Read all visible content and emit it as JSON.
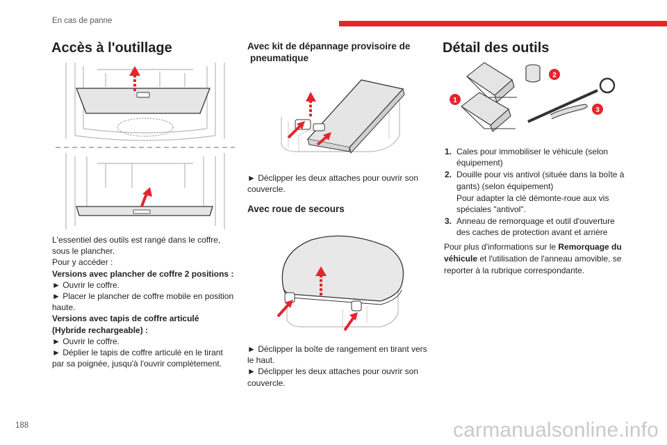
{
  "header": {
    "section": "En cas de panne",
    "accent_color": "#e5242c"
  },
  "page_number": "188",
  "watermark": "carmanualsonline.info",
  "col1": {
    "title": "Accès à l'outillage",
    "p1": "L'essentiel des outils est rangé dans le coffre, sous le plancher.",
    "p2": "Pour y accéder :",
    "v1_title": "Versions avec plancher de coffre 2 positions :",
    "v1_step1": "► Ouvrir le coffre.",
    "v1_step2": "► Placer le plancher de coffre mobile en position haute.",
    "v2_title": "Versions avec tapis de coffre articulé (Hybride rechargeable) :",
    "v2_step1": "► Ouvrir le coffre.",
    "v2_step2": "► Déplier le tapis de coffre articulé en le tirant par sa poignée, jusqu'à l'ouvrir complètement."
  },
  "col2": {
    "sub1_line1": "Avec kit de dépannage provisoire de",
    "sub1_line2": "pneumatique",
    "sub1_step": "► Déclipper les deux attaches pour ouvrir son couvercle.",
    "sub2_title": "Avec roue de secours",
    "sub2_step1": "► Déclipper la boîte de rangement en tirant vers le haut.",
    "sub2_step2": "► Déclipper les deux attaches pour ouvrir son couvercle."
  },
  "col3": {
    "title": "Détail des outils",
    "callouts": [
      "1",
      "2",
      "3"
    ],
    "items": [
      {
        "num": "1.",
        "text": "Cales pour immobiliser le véhicule (selon équipement)"
      },
      {
        "num": "2.",
        "text": "Douille pour vis antivol (située dans la boîte à gants) (selon équipement)"
      },
      {
        "num": "",
        "text": "Pour adapter la clé démonte-roue aux vis spéciales \"antivol\"."
      },
      {
        "num": "3.",
        "text": "Anneau de remorquage et outil d'ouverture des caches de protection avant et arrière"
      }
    ],
    "para_pre": "Pour plus d'informations sur le ",
    "para_bold": "Remorquage du véhicule",
    "para_post": " et l'utilisation de l'anneau amovible, se reporter à la rubrique correspondante."
  }
}
